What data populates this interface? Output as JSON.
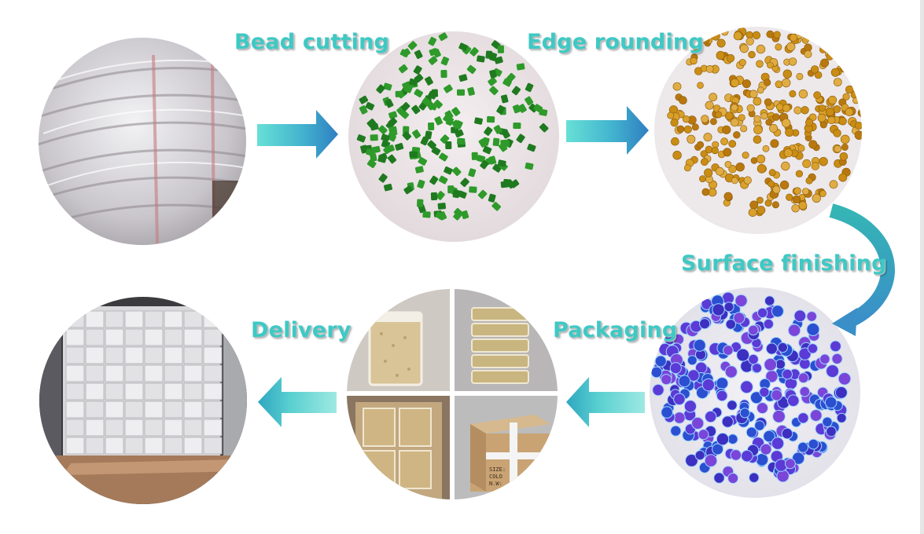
{
  "steps": {
    "bead_cutting": "Bead cutting",
    "edge_rounding": "Edge rounding",
    "surface_finishing": "Surface finishing",
    "packaging": "Packaging",
    "delivery": "Delivery"
  },
  "icons": {
    "flow_arrow": "arrow-icon",
    "curved_arrow": "curved-arrow-icon"
  },
  "colors": {
    "accent": "#3ec9c4",
    "arrow_light": "#5fdcd4",
    "arrow_dark": "#2f7fc1",
    "glass_green": "#1f7a1f",
    "amber": "#c98c14",
    "violet": "#4a35c8"
  },
  "box_marking": {
    "line1": "SIZE:",
    "line2": "COLO",
    "line3": "N.W:"
  }
}
